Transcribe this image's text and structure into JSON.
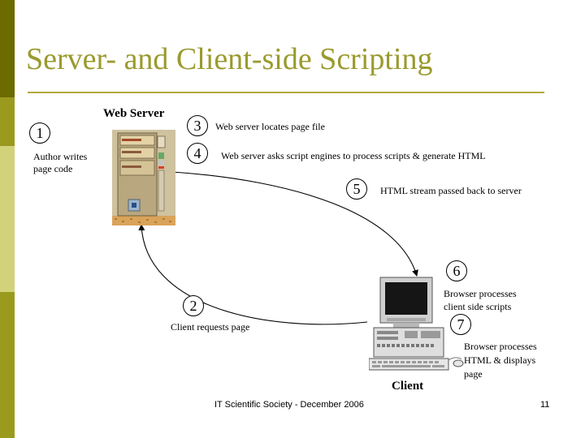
{
  "slide": {
    "title": "Server- and Client-side Scripting",
    "footer": "IT Scientific Society - December 2006",
    "page_number": "11"
  },
  "colors": {
    "sidebar_dark": "#6b6b00",
    "sidebar_mid": "#9a9a1f",
    "sidebar_light": "#d2d27a",
    "title": "#9a9a2e",
    "rule": "#b0a93c"
  },
  "diagram": {
    "server_label": "Web Server",
    "client_label": "Client",
    "steps": [
      {
        "number": "1",
        "text": [
          "Author writes",
          "page code"
        ]
      },
      {
        "number": "2",
        "text": [
          "Client requests page"
        ]
      },
      {
        "number": "3",
        "text": [
          "Web server locates page file"
        ]
      },
      {
        "number": "4",
        "text": [
          "Web server asks script engines to process scripts & generate HTML"
        ]
      },
      {
        "number": "5",
        "text": [
          "HTML stream passed back to server"
        ]
      },
      {
        "number": "6",
        "text": [
          "Browser processes",
          "client side scripts"
        ]
      },
      {
        "number": "7",
        "text": [
          "Browser processes",
          "HTML & displays",
          "page"
        ]
      }
    ]
  }
}
